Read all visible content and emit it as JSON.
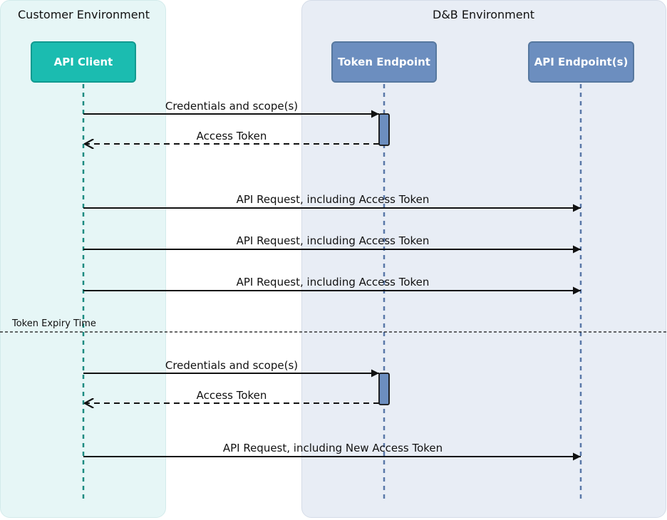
{
  "environments": {
    "customer": {
      "title": "Customer Environment"
    },
    "dnb": {
      "title": "D&B Environment"
    }
  },
  "participants": {
    "client": {
      "label": "API Client"
    },
    "token": {
      "label": "Token Endpoint"
    },
    "api": {
      "label": "API Endpoint(s)"
    }
  },
  "messages": [
    {
      "label": "Credentials and scope(s)"
    },
    {
      "label": "Access Token"
    },
    {
      "label": "API Request, including Access Token"
    },
    {
      "label": "API Request, including Access Token"
    },
    {
      "label": "API Request, including Access Token"
    },
    {
      "label": "Credentials and scope(s)"
    },
    {
      "label": "Access Token"
    },
    {
      "label": "API Request, including New Access Token"
    }
  ],
  "separator": {
    "label": "Token Expiry Time"
  },
  "colors": {
    "customer_bg": "#e6f6f6",
    "dnb_bg": "#e8edf5",
    "client_fill": "#1bbcb0",
    "endpoint_fill": "#6c8ebf",
    "client_lifeline": "#1a8a80",
    "endpoint_lifeline": "#5a78a8",
    "arrow": "#111111"
  }
}
